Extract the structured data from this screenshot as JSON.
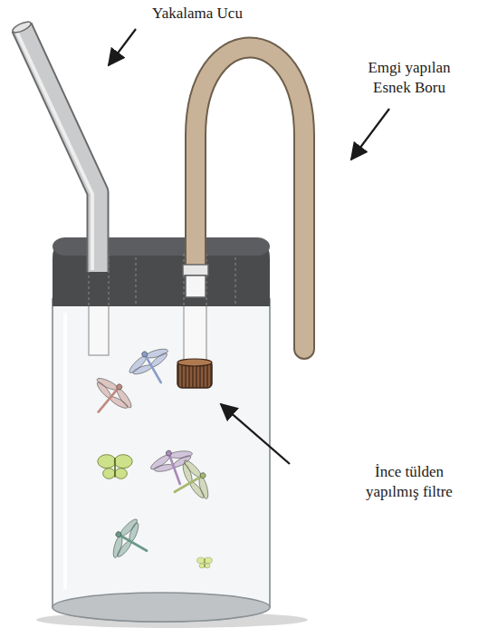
{
  "diagram": {
    "labels": [
      "Yakalama Ucu",
      "Emgi yapılan Esnek Boru",
      "İnce tülden yapılmış filtre"
    ]
  }
}
